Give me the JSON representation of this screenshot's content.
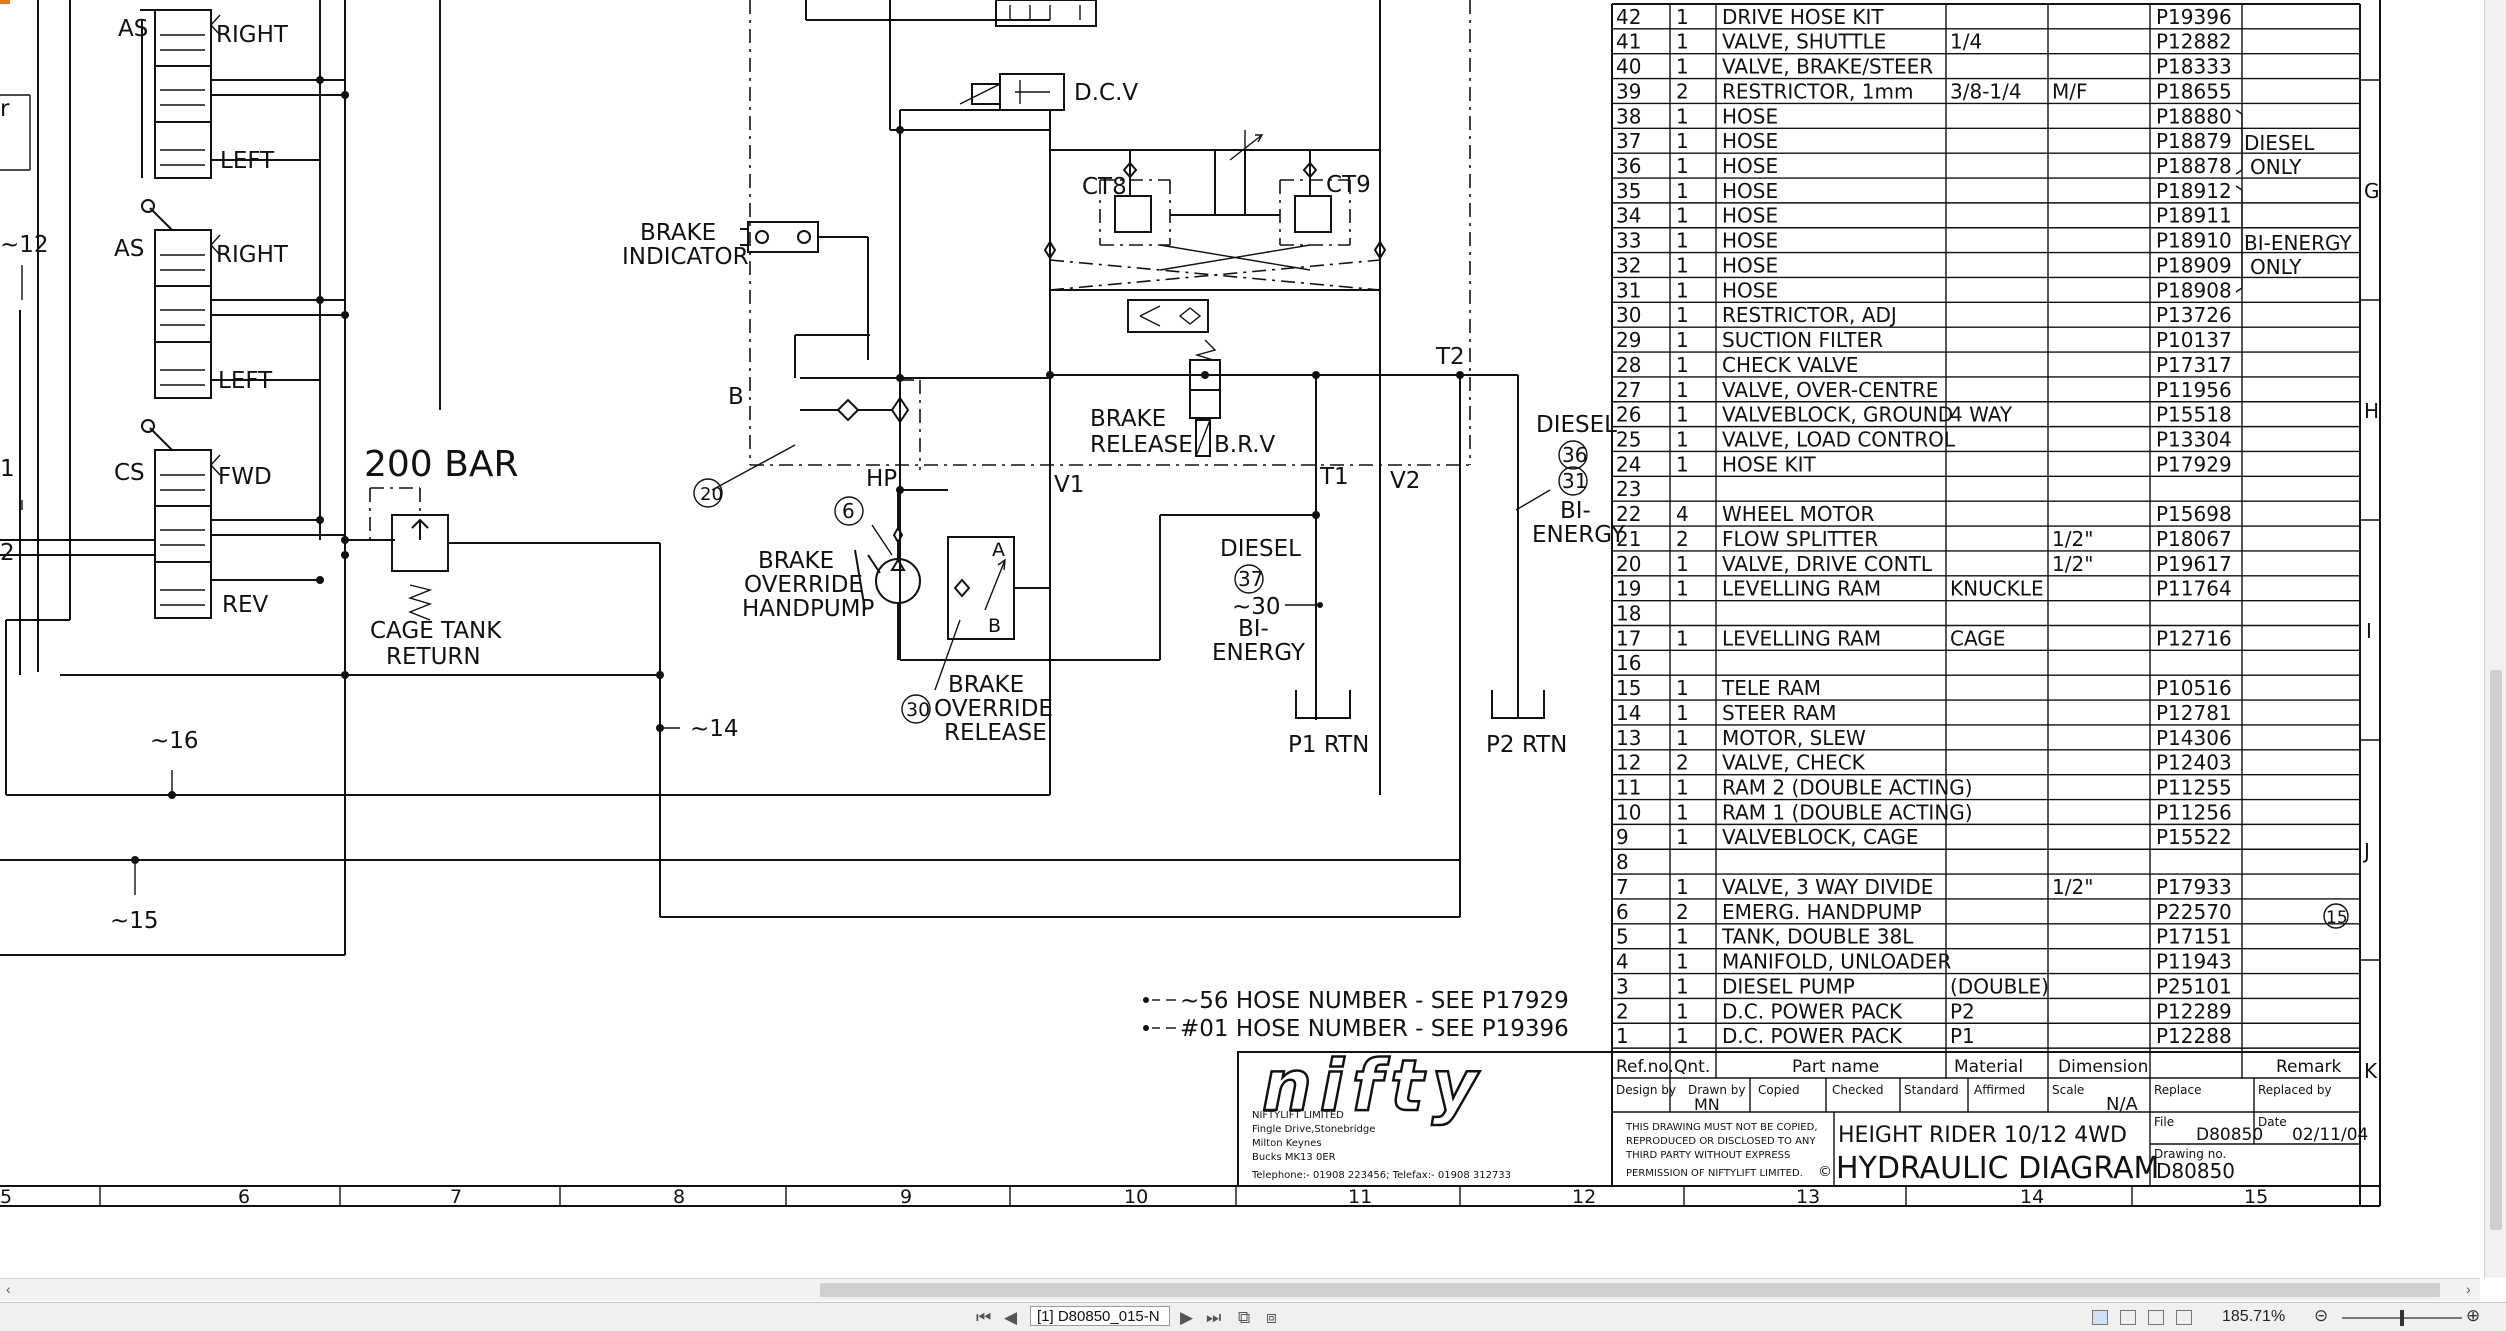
{
  "labels": {
    "as1": "AS",
    "right1": "RIGHT",
    "left1": "LEFT",
    "as2": "AS",
    "right2": "RIGHT",
    "left2": "LEFT",
    "cs": "CS",
    "fwd": "FWD",
    "rev": "REV",
    "r_char": "r",
    "n12": "~12",
    "n1": "1",
    "n2": "2",
    "bar": "200 BAR",
    "cage1": "CAGE TANK",
    "cage2": "RETURN",
    "n16": "~16",
    "n15": "~15",
    "n14": "~14",
    "dcv": "D.C.V",
    "bi1": "BRAKE",
    "bi2": "INDICATOR",
    "ct8": "CT8",
    "ct9": "CT9",
    "b": "B",
    "n20": "20",
    "br1": "BRAKE",
    "br2": "RELEASE",
    "brv": "B.R.V",
    "hp": "HP",
    "n6": "6",
    "bh1": "BRAKE",
    "bh2": "OVERRIDE",
    "bh3": "HANDPUMP",
    "a": "A",
    "bb": "B",
    "n30": "30",
    "bo1": "BRAKE",
    "bo2": "OVERRIDE",
    "bo3": "RELEASE",
    "v1": "V1",
    "v2": "V2",
    "t1": "T1",
    "t2": "T2",
    "d37a": "DIESEL",
    "n37": "37",
    "n30b": "~30",
    "d37b": "BI-",
    "d37c": "ENERGY",
    "p1": "P1 RTN",
    "p2": "P2 RTN",
    "d36a": "DIESEL",
    "n36": "36",
    "n31": "31",
    "d36b": "BI-",
    "d36c": "ENERGY",
    "hn1": "~56 HOSE NUMBER - SEE P17929",
    "hn2": "#01 HOSE NUMBER - SEE P19396"
  },
  "parts": [
    {
      "ref": "42",
      "qty": "1",
      "name": "DRIVE HOSE KIT",
      "mat": "",
      "dim": "",
      "rem": "P19396"
    },
    {
      "ref": "41",
      "qty": "1",
      "name": "VALVE, SHUTTLE",
      "mat": "1/4",
      "dim": "",
      "rem": "P12882"
    },
    {
      "ref": "40",
      "qty": "1",
      "name": "VALVE, BRAKE/STEER",
      "mat": "",
      "dim": "",
      "rem": "P18333"
    },
    {
      "ref": "39",
      "qty": "2",
      "name": "RESTRICTOR, 1mm",
      "mat": "3/8-1/4",
      "dim": "M/F",
      "rem": "P18655"
    },
    {
      "ref": "38",
      "qty": "1",
      "name": "HOSE",
      "mat": "",
      "dim": "",
      "rem": "P18880"
    },
    {
      "ref": "37",
      "qty": "1",
      "name": "HOSE",
      "mat": "",
      "dim": "",
      "rem": "P18879"
    },
    {
      "ref": "36",
      "qty": "1",
      "name": "HOSE",
      "mat": "",
      "dim": "",
      "rem": "P18878"
    },
    {
      "ref": "35",
      "qty": "1",
      "name": "HOSE",
      "mat": "",
      "dim": "",
      "rem": "P18912"
    },
    {
      "ref": "34",
      "qty": "1",
      "name": "HOSE",
      "mat": "",
      "dim": "",
      "rem": "P18911"
    },
    {
      "ref": "33",
      "qty": "1",
      "name": "HOSE",
      "mat": "",
      "dim": "",
      "rem": "P18910"
    },
    {
      "ref": "32",
      "qty": "1",
      "name": "HOSE",
      "mat": "",
      "dim": "",
      "rem": "P18909"
    },
    {
      "ref": "31",
      "qty": "1",
      "name": "HOSE",
      "mat": "",
      "dim": "",
      "rem": "P18908"
    },
    {
      "ref": "30",
      "qty": "1",
      "name": "RESTRICTOR, ADJ",
      "mat": "",
      "dim": "",
      "rem": "P13726"
    },
    {
      "ref": "29",
      "qty": "1",
      "name": "SUCTION FILTER",
      "mat": "",
      "dim": "",
      "rem": "P10137"
    },
    {
      "ref": "28",
      "qty": "1",
      "name": "CHECK VALVE",
      "mat": "",
      "dim": "",
      "rem": "P17317"
    },
    {
      "ref": "27",
      "qty": "1",
      "name": "VALVE, OVER-CENTRE",
      "mat": "",
      "dim": "",
      "rem": "P11956"
    },
    {
      "ref": "26",
      "qty": "1",
      "name": "VALVEBLOCK, GROUND",
      "mat": "4 WAY",
      "dim": "",
      "rem": "P15518"
    },
    {
      "ref": "25",
      "qty": "1",
      "name": "VALVE, LOAD CONTROL",
      "mat": "",
      "dim": "",
      "rem": "P13304"
    },
    {
      "ref": "24",
      "qty": "1",
      "name": "HOSE KIT",
      "mat": "",
      "dim": "",
      "rem": "P17929"
    },
    {
      "ref": "23",
      "qty": "",
      "name": "",
      "mat": "",
      "dim": "",
      "rem": ""
    },
    {
      "ref": "22",
      "qty": "4",
      "name": "WHEEL MOTOR",
      "mat": "",
      "dim": "",
      "rem": "P15698"
    },
    {
      "ref": "21",
      "qty": "2",
      "name": "FLOW SPLITTER",
      "mat": "",
      "dim": "1/2\"",
      "rem": "P18067"
    },
    {
      "ref": "20",
      "qty": "1",
      "name": "VALVE, DRIVE CONTL",
      "mat": "",
      "dim": "1/2\"",
      "rem": "P19617"
    },
    {
      "ref": "19",
      "qty": "1",
      "name": "LEVELLING RAM",
      "mat": "KNUCKLE",
      "dim": "",
      "rem": "P11764"
    },
    {
      "ref": "18",
      "qty": "",
      "name": "",
      "mat": "",
      "dim": "",
      "rem": ""
    },
    {
      "ref": "17",
      "qty": "1",
      "name": "LEVELLING RAM",
      "mat": "CAGE",
      "dim": "",
      "rem": "P12716"
    },
    {
      "ref": "16",
      "qty": "",
      "name": "",
      "mat": "",
      "dim": "",
      "rem": ""
    },
    {
      "ref": "15",
      "qty": "1",
      "name": "TELE RAM",
      "mat": "",
      "dim": "",
      "rem": "P10516"
    },
    {
      "ref": "14",
      "qty": "1",
      "name": "STEER RAM",
      "mat": "",
      "dim": "",
      "rem": "P12781"
    },
    {
      "ref": "13",
      "qty": "1",
      "name": "MOTOR, SLEW",
      "mat": "",
      "dim": "",
      "rem": "P14306"
    },
    {
      "ref": "12",
      "qty": "2",
      "name": "VALVE, CHECK",
      "mat": "",
      "dim": "",
      "rem": "P12403"
    },
    {
      "ref": "11",
      "qty": "1",
      "name": "RAM 2 (DOUBLE ACTING)",
      "mat": "",
      "dim": "",
      "rem": "P11255"
    },
    {
      "ref": "10",
      "qty": "1",
      "name": "RAM 1 (DOUBLE ACTING)",
      "mat": "",
      "dim": "",
      "rem": "P11256"
    },
    {
      "ref": "9",
      "qty": "1",
      "name": "VALVEBLOCK, CAGE",
      "mat": "",
      "dim": "",
      "rem": "P15522"
    },
    {
      "ref": "8",
      "qty": "",
      "name": "",
      "mat": "",
      "dim": "",
      "rem": ""
    },
    {
      "ref": "7",
      "qty": "1",
      "name": "VALVE, 3 WAY DIVIDE",
      "mat": "",
      "dim": "1/2\"",
      "rem": "P17933"
    },
    {
      "ref": "6",
      "qty": "2",
      "name": "EMERG. HANDPUMP",
      "mat": "",
      "dim": "",
      "rem": "P22570"
    },
    {
      "ref": "5",
      "qty": "1",
      "name": "TANK, DOUBLE 38L",
      "mat": "",
      "dim": "",
      "rem": "P17151"
    },
    {
      "ref": "4",
      "qty": "1",
      "name": "MANIFOLD, UNLOADER",
      "mat": "",
      "dim": "",
      "rem": "P11943"
    },
    {
      "ref": "3",
      "qty": "1",
      "name": "DIESEL PUMP",
      "mat": "(DOUBLE)",
      "dim": "",
      "rem": "P25101"
    },
    {
      "ref": "2",
      "qty": "1",
      "name": "D.C. POWER PACK",
      "mat": "P2",
      "dim": "",
      "rem": "P12289"
    },
    {
      "ref": "1",
      "qty": "1",
      "name": "D.C. POWER PACK",
      "mat": "P1",
      "dim": "",
      "rem": "P12288"
    }
  ],
  "remarks": {
    "diesel": "DIESEL",
    "only1": "ONLY",
    "bienergy": "BI-ENERGY",
    "only2": "ONLY",
    "circ15": "15"
  },
  "zone_letters": [
    "G",
    "H",
    "I",
    "J",
    "K"
  ],
  "table_header": {
    "ref": "Ref.no.",
    "qty": "Qnt.",
    "name": "Part name",
    "mat": "Material",
    "dim": "Dimension",
    "rem": "Remark"
  },
  "title_block": {
    "logo": "nifty",
    "company": [
      "NIFTYLIFT LIMITED",
      "Fingle Drive,Stonebridge",
      "Milton Keynes",
      "Bucks MK13 0ER",
      "Telephone:- 01908 223456; Telefax:- 01908 312733"
    ],
    "notice": [
      "THIS DRAWING MUST NOT BE COPIED,",
      "REPRODUCED OR DISCLOSED TO ANY",
      "THIRD PARTY WITHOUT EXPRESS",
      "PERMISSION OF NIFTYLIFT LIMITED."
    ],
    "copyright": "©",
    "design_by": "Design by",
    "drawn_by": "Drawn by",
    "drawn_name": "MN",
    "copied": "Copied",
    "checked": "Checked",
    "standard": "Standard",
    "affirmed": "Affirmed",
    "scale": "Scale",
    "scale_val": "N/A",
    "replace": "Replace",
    "replaced_by": "Replaced by",
    "file": "File",
    "file_val": "D80850",
    "date": "Date",
    "date_val": "02/11/04",
    "drawing_no": "Drawing no.",
    "drawing_no_val": "D80850",
    "title1": "HEIGHT RIDER 10/12 4WD",
    "title2": "HYDRAULIC DIAGRAM"
  },
  "ruler": [
    "5",
    "6",
    "7",
    "8",
    "9",
    "10",
    "11",
    "12",
    "13",
    "14",
    "15"
  ],
  "statusbar": {
    "page": "[1] D80850_015-N",
    "zoom": "185.71%"
  }
}
